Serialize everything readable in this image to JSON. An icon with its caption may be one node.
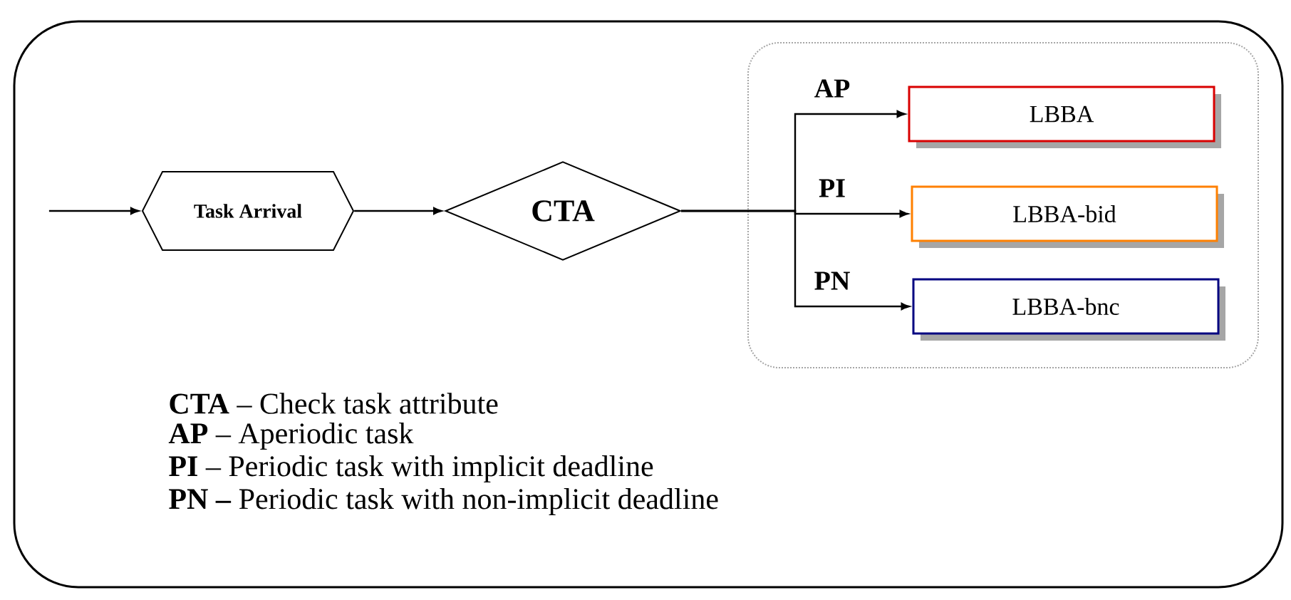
{
  "diagram": {
    "nodes": [
      {
        "text": [
          "Task Arrival"
        ]
      },
      {
        "text": [
          "CTA"
        ]
      },
      {
        "text": [
          "LBBA"
        ]
      },
      {
        "text": [
          "LBBA-bid"
        ]
      },
      {
        "text": [
          "LBBA-bnc"
        ]
      }
    ],
    "edges": [
      {
        "from": null,
        "to": 0,
        "arrow": "to"
      },
      {
        "from": 0,
        "to": 1,
        "arrow": "to"
      },
      {
        "from": 1,
        "to": 2,
        "arrow": "to",
        "label": "AP"
      },
      {
        "from": 1,
        "to": 3,
        "arrow": "to",
        "label": "PI"
      },
      {
        "from": 1,
        "to": 4,
        "arrow": "to",
        "label": "PN"
      }
    ],
    "labels": [
      "**CTA** – Check task attribute",
      "**AP** – Aperiodic task",
      "**PI** – Periodic task with implicit deadline",
      "**PN –** Periodic task with non-implicit deadline"
    ]
  }
}
